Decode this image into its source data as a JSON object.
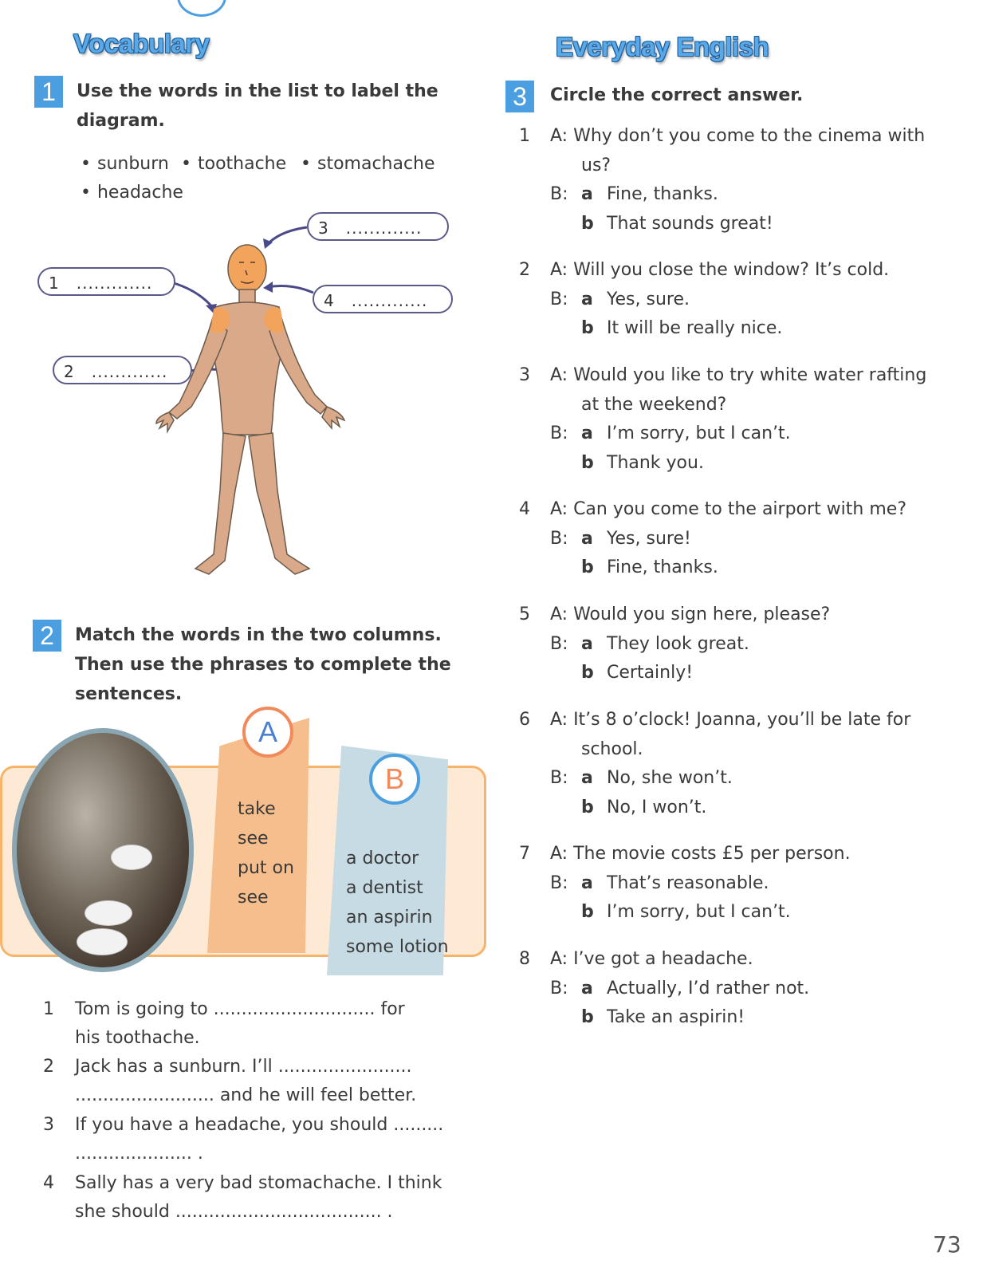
{
  "left": {
    "vocab_title": "Vocabulary",
    "ex1": {
      "number": "1",
      "instruction_line1": "Use the words in the list to label the",
      "instruction_line2": "diagram.",
      "words": [
        "sunburn",
        "toothache",
        "stomachache",
        "headache"
      ],
      "labels": [
        {
          "num": "1",
          "dots": "............."
        },
        {
          "num": "2",
          "dots": "............."
        },
        {
          "num": "3",
          "dots": "............."
        },
        {
          "num": "4",
          "dots": "............."
        }
      ]
    },
    "ex2": {
      "number": "2",
      "instruction_lines": [
        "Match the words in the two columns.",
        "Then use the phrases to complete the",
        "sentences."
      ],
      "colA_letter": "A",
      "colB_letter": "B",
      "colA": [
        "take",
        "see",
        "put on",
        "see"
      ],
      "colB": [
        "a doctor",
        "a dentist",
        "an aspirin",
        "some lotion"
      ],
      "sentences": [
        {
          "num": "1",
          "line1": "Tom is going to ............................. for",
          "line2": "his toothache."
        },
        {
          "num": "2",
          "line1": "Jack has a sunburn. I’ll ........................",
          "line2": "......................... and he will feel better."
        },
        {
          "num": "3",
          "line1": "If you have a headache, you should .........",
          "line2": "..................... ."
        },
        {
          "num": "4",
          "line1": "Sally has a very bad stomachache. I think",
          "line2": "she should ..................................... ."
        }
      ]
    }
  },
  "right": {
    "title": "Everyday English",
    "ex3": {
      "number": "3",
      "instruction": "Circle the correct answer.",
      "items": [
        {
          "num": "1",
          "a_lines": [
            "A: Why don’t you come to the cinema with",
            "us?"
          ],
          "opt_a": "Fine, thanks.",
          "opt_b": "That sounds great!"
        },
        {
          "num": "2",
          "a_lines": [
            "A: Will you close the window? It’s cold."
          ],
          "opt_a": "Yes, sure.",
          "opt_b": "It will be really nice."
        },
        {
          "num": "3",
          "a_lines": [
            "A: Would you like to try white water rafting",
            "at the weekend?"
          ],
          "opt_a": "I’m sorry, but I can’t.",
          "opt_b": "Thank you."
        },
        {
          "num": "4",
          "a_lines": [
            "A: Can you come to the airport with me?"
          ],
          "opt_a": "Yes, sure!",
          "opt_b": "Fine, thanks."
        },
        {
          "num": "5",
          "a_lines": [
            "A: Would you sign here, please?"
          ],
          "opt_a": "They look great.",
          "opt_b": "Certainly!"
        },
        {
          "num": "6",
          "a_lines": [
            "A: It’s 8 o’clock! Joanna, you’ll be late for",
            "school."
          ],
          "opt_a": "No, she won’t.",
          "opt_b": "No, I won’t."
        },
        {
          "num": "7",
          "a_lines": [
            "A: The movie costs £5 per person."
          ],
          "opt_a": "That’s reasonable.",
          "opt_b": "I’m sorry, but I can’t."
        },
        {
          "num": "8",
          "a_lines": [
            "A: I’ve got a headache."
          ],
          "opt_a": "Actually, I’d rather not.",
          "opt_b": "Take an aspirin!"
        }
      ],
      "b_prefix": "B:",
      "a_letter": "a",
      "b_letter": "b"
    }
  },
  "page_number": "73"
}
